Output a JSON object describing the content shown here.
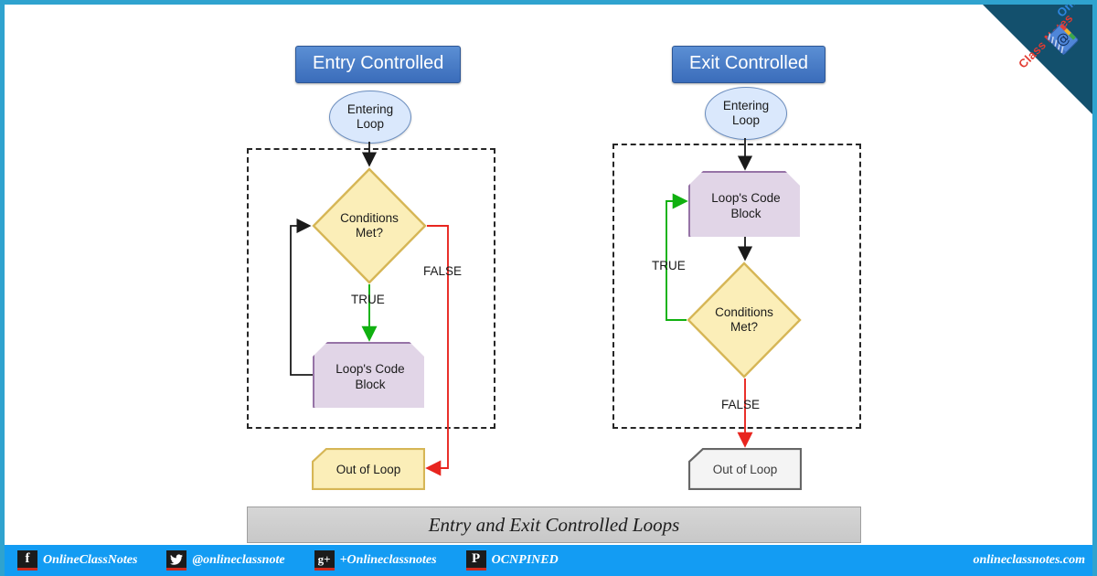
{
  "site": {
    "url_label": "onlineclassnotes.com",
    "ribbon": {
      "line1": "Online",
      "line2": "Class Notes",
      "icon": "notebook-at-icon"
    },
    "border_color": "#2fa3cf",
    "footer_color": "#139cf3"
  },
  "caption": {
    "text": "Entry and Exit Controlled Loops"
  },
  "columns": [
    {
      "id": "entry",
      "title": "Entry Controlled",
      "start": {
        "text": "Entering Loop",
        "line1": "Entering",
        "line2": "Loop"
      },
      "decision": {
        "line1": "Conditions",
        "line2": "Met?"
      },
      "code_block": {
        "line1": "Loop's Code",
        "line2": "Block"
      },
      "exit": {
        "text": "Out of Loop"
      },
      "labels": {
        "true": "TRUE",
        "false": "FALSE"
      }
    },
    {
      "id": "exit",
      "title": "Exit Controlled",
      "start": {
        "text": "Entering Loop",
        "line1": "Entering",
        "line2": "Loop"
      },
      "decision": {
        "line1": "Conditions",
        "line2": "Met?"
      },
      "code_block": {
        "line1": "Loop's Code",
        "line2": "Block"
      },
      "exit": {
        "text": "Out of Loop"
      },
      "labels": {
        "true": "TRUE",
        "false": "FALSE"
      }
    }
  ],
  "footer": {
    "social": [
      {
        "network": "facebook",
        "glyph": "f",
        "handle": "OnlineClassNotes"
      },
      {
        "network": "twitter",
        "glyph": "ᴠ",
        "handle": "@onlineclassnote"
      },
      {
        "network": "googleplus",
        "glyph": "g+",
        "handle": "+Onlineclassnotes"
      },
      {
        "network": "pinterest",
        "glyph": "P",
        "handle": "OCNPINED"
      }
    ]
  },
  "palette": {
    "decision_fill": "#fbeeb8",
    "decision_stroke": "#d6b656",
    "code_fill": "#e1d5e7",
    "code_stroke": "#9673a6",
    "start_fill": "#dae8fc",
    "start_stroke": "#6c8ebf",
    "true_arrow": "#10b010",
    "false_arrow": "#e8251f",
    "flow_arrow": "#1a1a1a"
  }
}
